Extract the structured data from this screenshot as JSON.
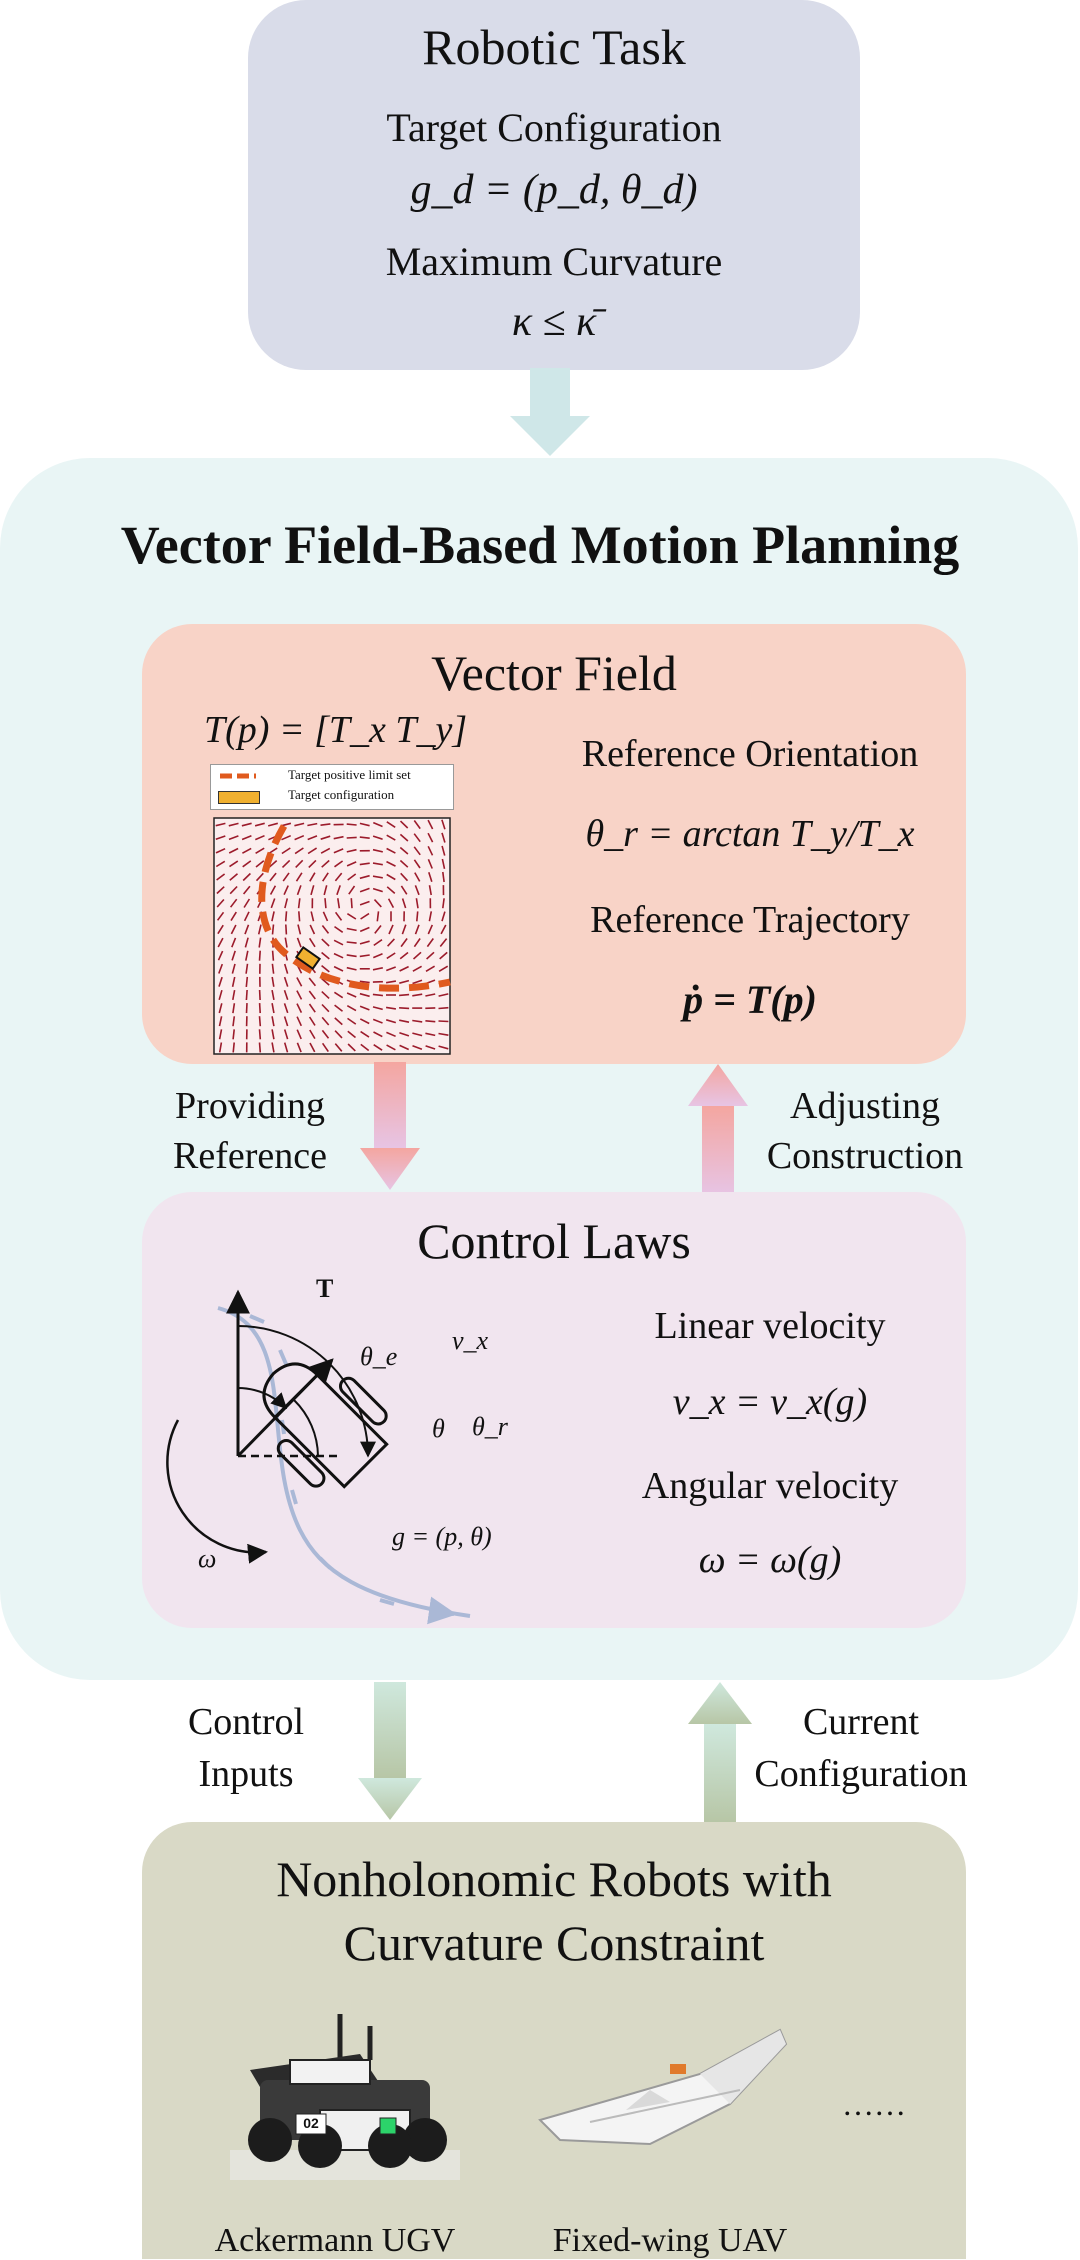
{
  "task": {
    "title": "Robotic Task",
    "target_label": "Target Configuration",
    "target_formula": "g_d = (p_d, θ_d)",
    "curv_label": "Maximum Curvature",
    "curv_formula": "κ ≤ κ̄"
  },
  "planning": {
    "title": "Vector Field-Based Motion Planning"
  },
  "vector_field": {
    "title": "Vector Field",
    "field_formula": "T(p) = [T_x  T_y]",
    "legend": [
      "Target positive limit set",
      "Target configuration"
    ],
    "ref_orient_label": "Reference Orientation",
    "ref_orient_formula": "θ_r = arctan T_y/T_x",
    "ref_traj_label": "Reference Trajectory",
    "ref_traj_formula": "ṗ = T(p)"
  },
  "arrows_mid": {
    "left_label_1": "Providing",
    "left_label_2": "Reference",
    "right_label_1": "Adjusting",
    "right_label_2": "Construction"
  },
  "control_laws": {
    "title": "Control Laws",
    "diagram_labels": {
      "T": "T",
      "vx": "v_x",
      "theta_e": "θ_e",
      "theta": "θ",
      "theta_r": "θ_r",
      "omega": "ω",
      "g": "g = (p, θ)"
    },
    "linear_label": "Linear velocity",
    "linear_formula": "v_x = v_x(g)",
    "angular_label": "Angular velocity",
    "angular_formula": "ω = ω(g)"
  },
  "arrows_bottom": {
    "left_label_1": "Control",
    "left_label_2": "Inputs",
    "right_label_1": "Current",
    "right_label_2": "Configuration"
  },
  "robots": {
    "title_1": "Nonholonomic Robots with",
    "title_2": "Curvature Constraint",
    "ugv_label": "Ackermann UGV",
    "uav_label": "Fixed-wing UAV",
    "ellipsis": "……",
    "ugv_plate": "02"
  },
  "colors": {
    "task_bg": "#d9dce9",
    "planning_bg": "#e9f5f5",
    "field_bg": "#f8d3c7",
    "control_bg": "#f1e5ef",
    "robots_bg": "#d9d9c6",
    "field_arrow": "#9c1b2b",
    "limit_set": "#e05a1e",
    "target": "#f0b030"
  }
}
